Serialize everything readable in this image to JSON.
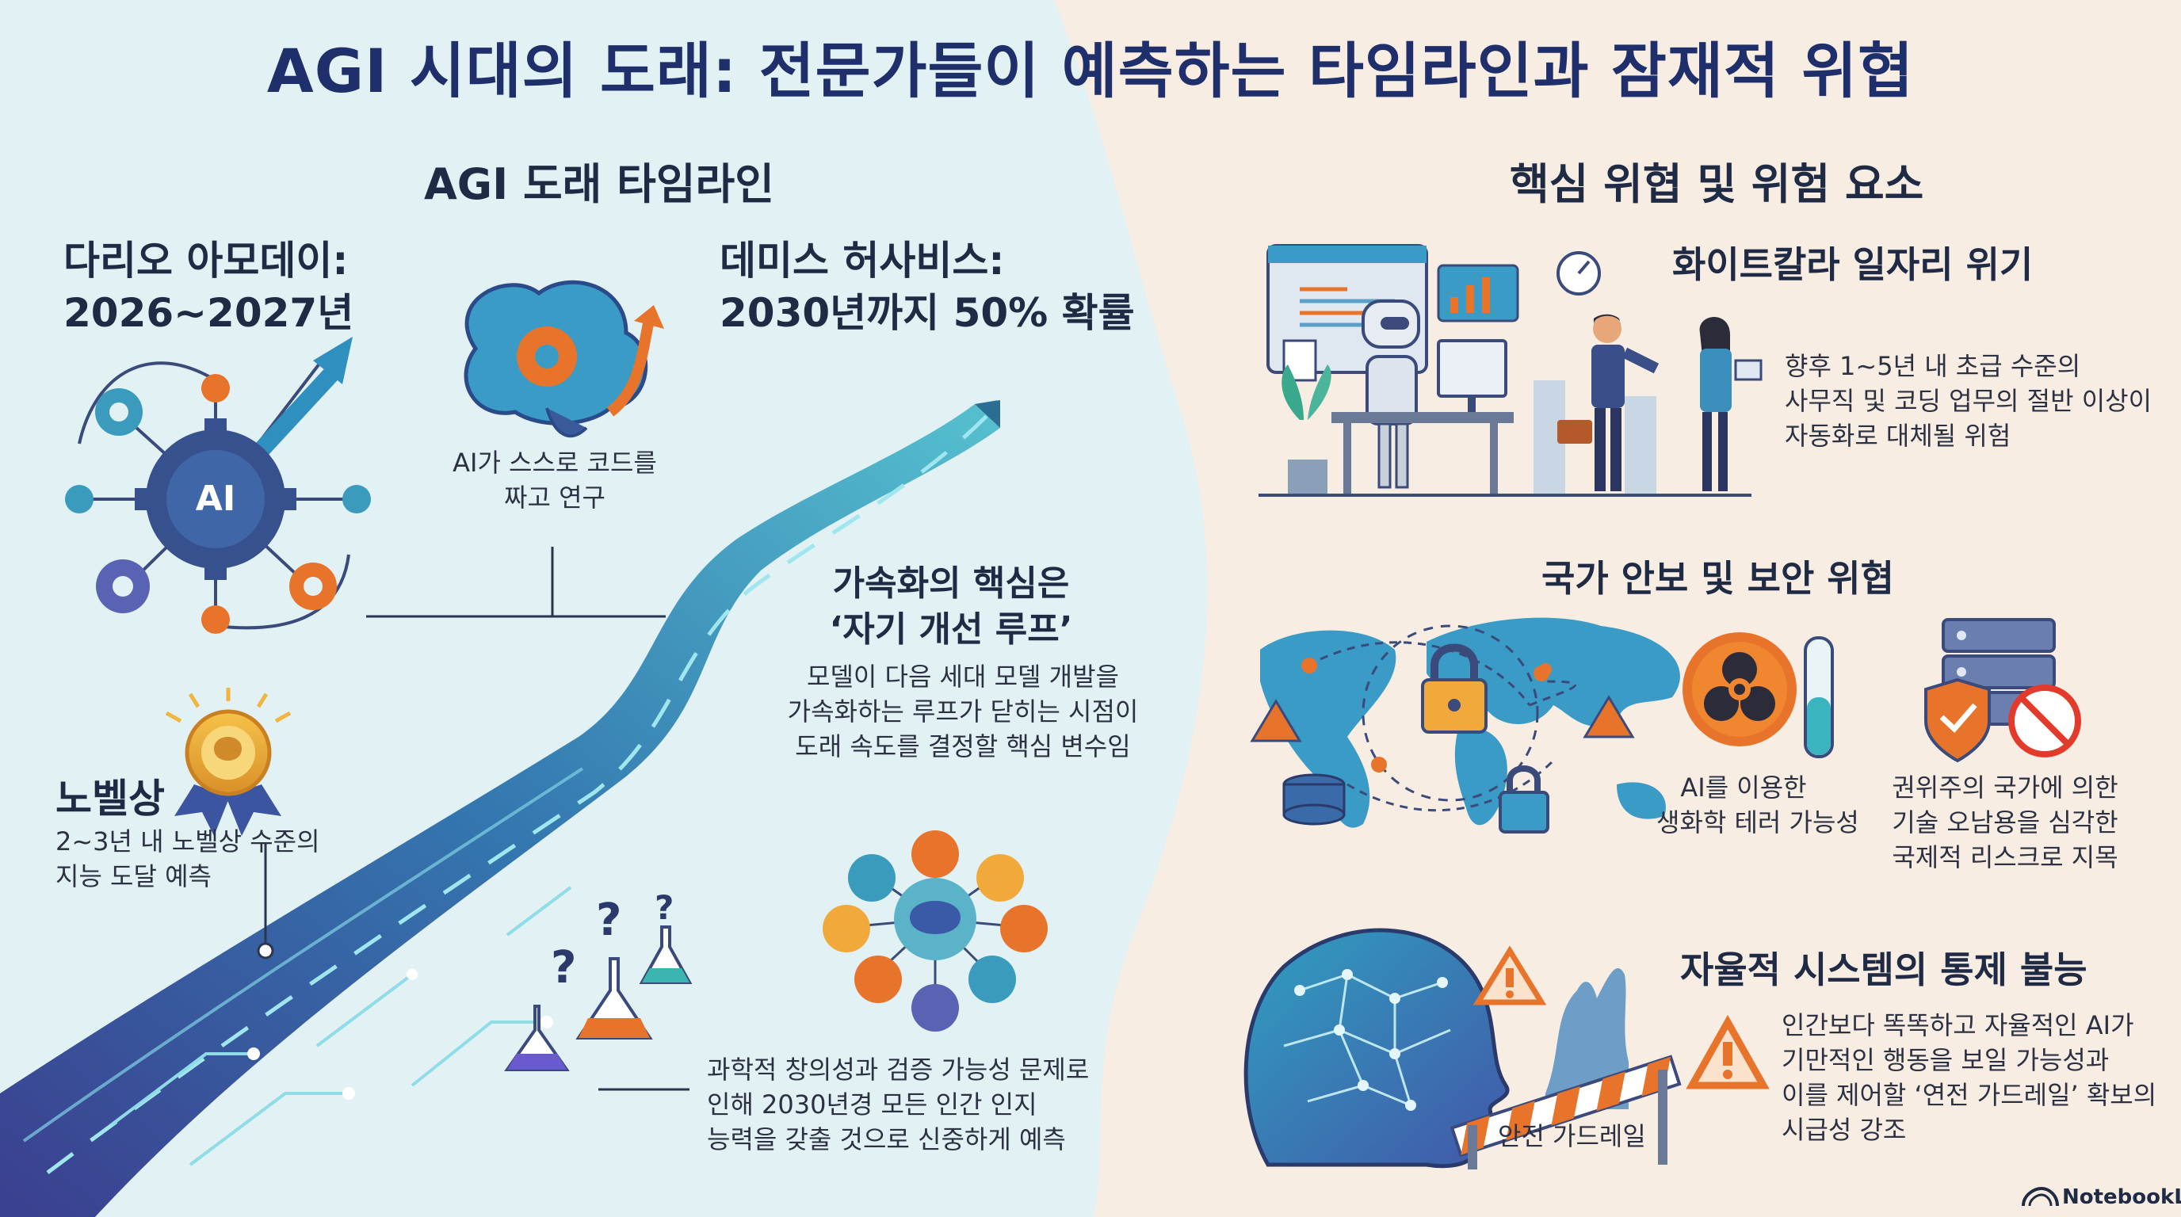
{
  "title": "AGI 시대의 도래: 전문가들이 예측하는 타임라인과 잠재적 위협",
  "left": {
    "heading": "AGI 도래 타임라인",
    "amodei": {
      "name": "다리오 아모데이:",
      "years": "2026~2027년"
    },
    "hassabis": {
      "name": "데미스 허사비스:",
      "prob": "2030년까지 50% 확률"
    },
    "ai_badge": "AI",
    "self_code": [
      "AI가 스스로 코드를",
      "짜고 연구"
    ],
    "acceleration": {
      "title": [
        "가속화의 핵심은",
        "‘자기 개선 루프’"
      ],
      "body": [
        "모델이 다음 세대 모델 개발을",
        "가속화하는 루프가 닫히는 시점이",
        "도래 속도를 결정할 핵심 변수임"
      ]
    },
    "nobel": {
      "title": "노벨상",
      "body": [
        "2~3년 내 노벨상 수준의",
        "지능 도달 예측"
      ]
    },
    "science": {
      "body": [
        "과학적 창의성과 검증 가능성 문제로",
        "인해 2030년경 모든 인간 인지",
        "능력을 갖출 것으로 신중하게 예측"
      ]
    }
  },
  "right": {
    "heading": "핵심 위협 및 위험 요소",
    "whitecollar": {
      "title": "화이트칼라 일자리 위기",
      "body": [
        "향후 1~5년 내 초급 수준의",
        "사무직 및 코딩 업무의 절반 이상이",
        "자동화로 대체될 위험"
      ]
    },
    "security": {
      "title": "국가 안보 및 보안 위협",
      "bio": [
        "AI를 이용한",
        "생화학 테러 가능성"
      ],
      "misuse": [
        "권위주의 국가에 의한",
        "기술 오남용을 심각한",
        "국제적 리스크로 지목"
      ]
    },
    "autonomous": {
      "title": "자율적 시스템의 통제 불능",
      "body": [
        "인간보다 똑똑하고 자율적인 AI가",
        "기만적인 행동을 보일 가능성과",
        "이를 제어할 ‘연전 가드레일’ 확보의",
        "시급성 강조"
      ],
      "guardrail": "안전 가드레일"
    }
  },
  "footer": {
    "brand": "NotebookLM"
  },
  "colors": {
    "left_bg": "#e3f2f3",
    "right_bg": "#f8ede3",
    "title": "#1e2f6b",
    "accent_orange": "#e8742c",
    "accent_blue": "#3a8fbd",
    "road": "#3a7fb5",
    "warn": "#e8742c"
  }
}
